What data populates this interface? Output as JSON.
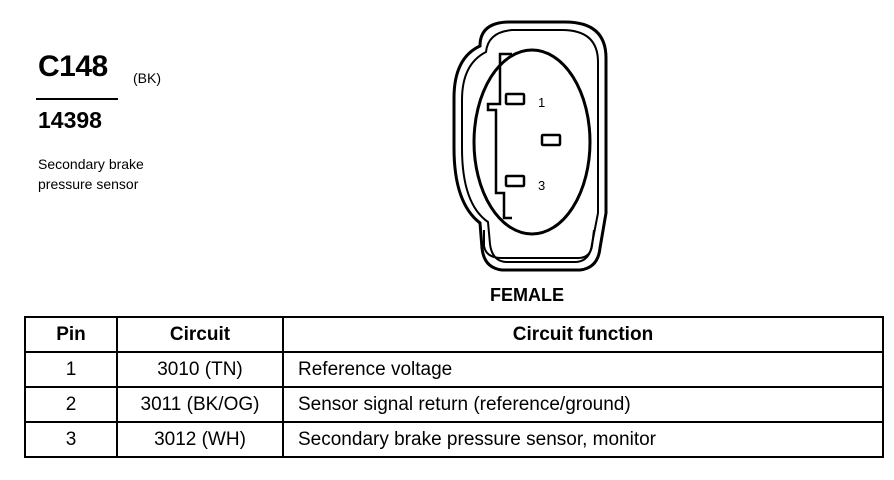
{
  "connector": {
    "id": "C148",
    "color_code": "(BK)",
    "part_number": "14398",
    "description": "Secondary brake pressure sensor",
    "gender": "FEMALE"
  },
  "pin_labels": [
    "1",
    "3"
  ],
  "table": {
    "headers": [
      "Pin",
      "Circuit",
      "Circuit function"
    ],
    "rows": [
      {
        "pin": "1",
        "circuit": "3010 (TN)",
        "function": "Reference voltage"
      },
      {
        "pin": "2",
        "circuit": "3011 (BK/OG)",
        "function": "Sensor signal return (reference/ground)"
      },
      {
        "pin": "3",
        "circuit": "3012 (WH)",
        "function": "Secondary brake pressure sensor, monitor"
      }
    ]
  }
}
